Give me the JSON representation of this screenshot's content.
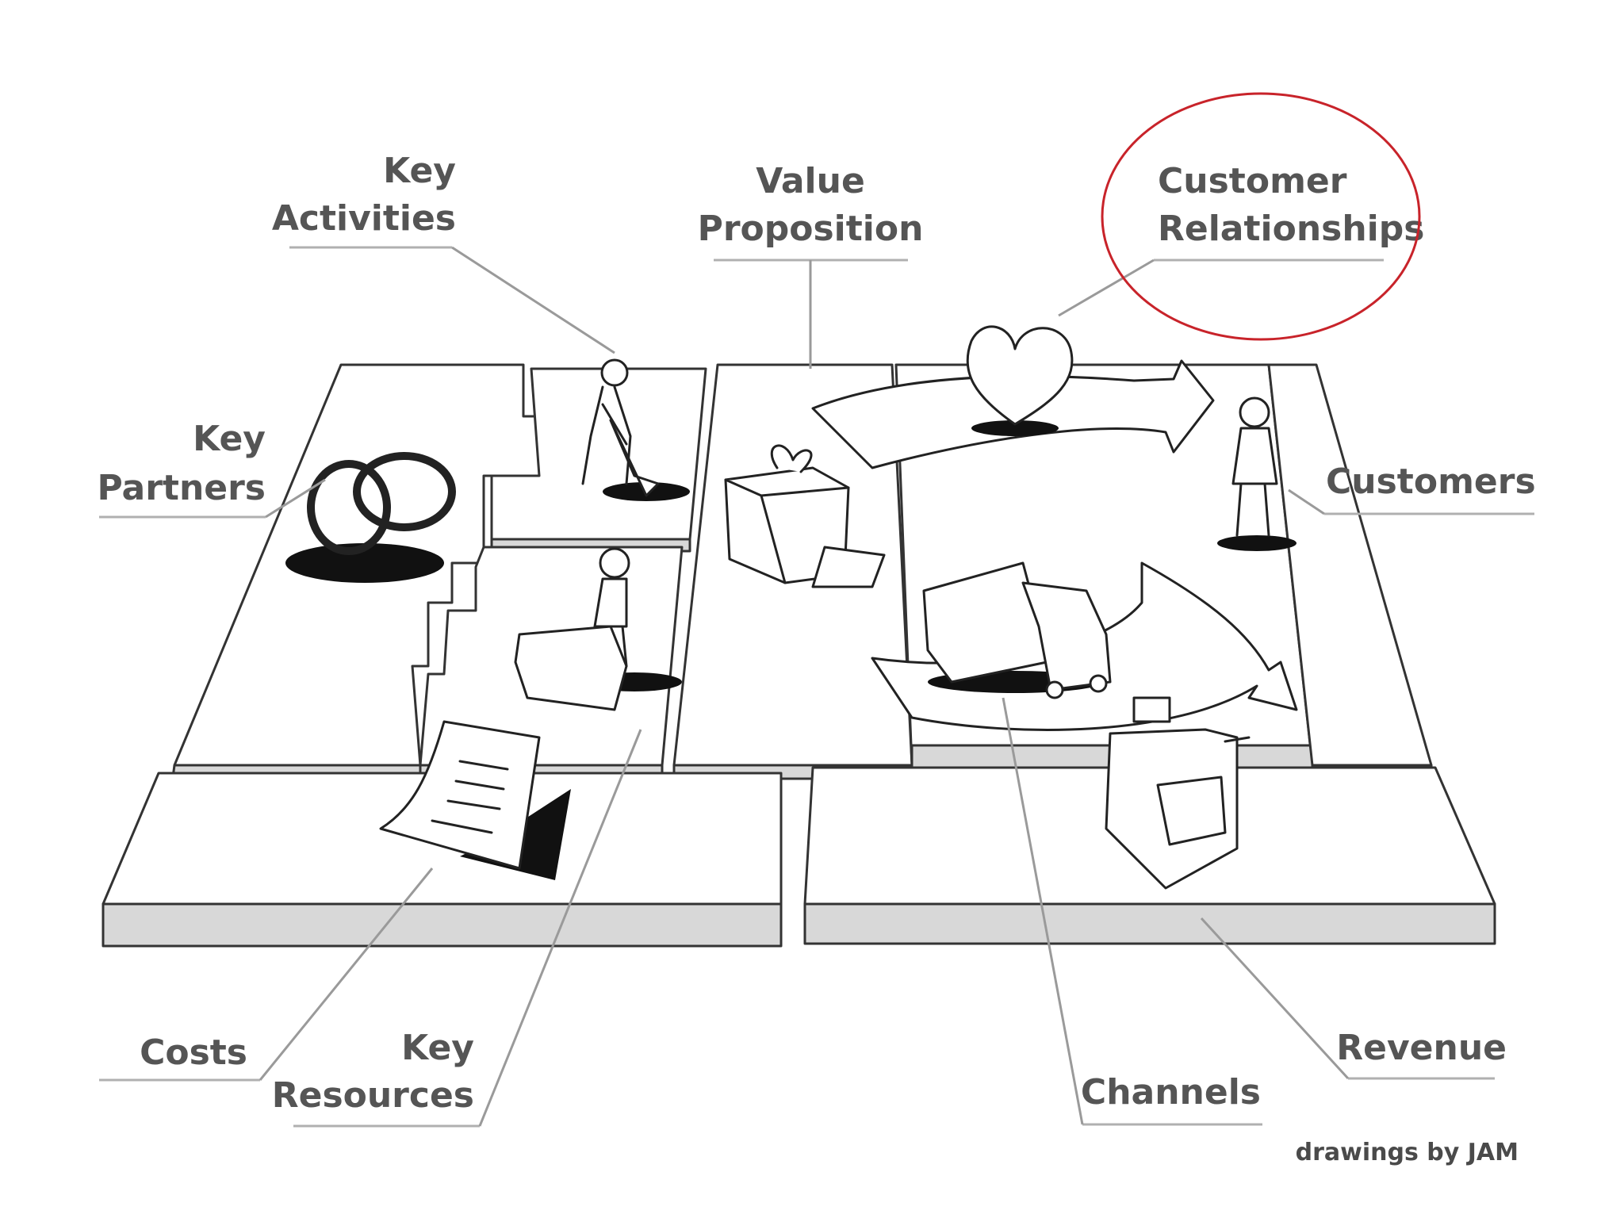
{
  "labels": {
    "key_activities": [
      "Key",
      "Activities"
    ],
    "value_proposition": [
      "Value",
      "Proposition"
    ],
    "customer_relationships": [
      "Customer",
      "Relationships"
    ],
    "key_partners": [
      "Key",
      "Partners"
    ],
    "customers": [
      "Customers"
    ],
    "costs": [
      "Costs"
    ],
    "key_resources": [
      "Key",
      "Resources"
    ],
    "channels": [
      "Channels"
    ],
    "revenue": [
      "Revenue"
    ]
  },
  "credit": "drawings by JAM",
  "highlight": {
    "target": "customer_relationships",
    "color": "#c8232a"
  },
  "colors": {
    "label_text": "#555555",
    "outline": "#333333",
    "slab_side": "#d8d8d8",
    "leader": "#9a9a9a"
  },
  "icons": {
    "key_partners": "interlocked-rings-icon",
    "key_activities": "person-digging-icon",
    "key_resources": "person-with-machine-icon",
    "value_proposition": "gift-box-icon",
    "customer_relationships": "heart-icon",
    "channels": "delivery-truck-icon",
    "customers": "standing-person-icon",
    "costs": "invoice-paper-icon",
    "revenue": "cash-register-icon"
  }
}
